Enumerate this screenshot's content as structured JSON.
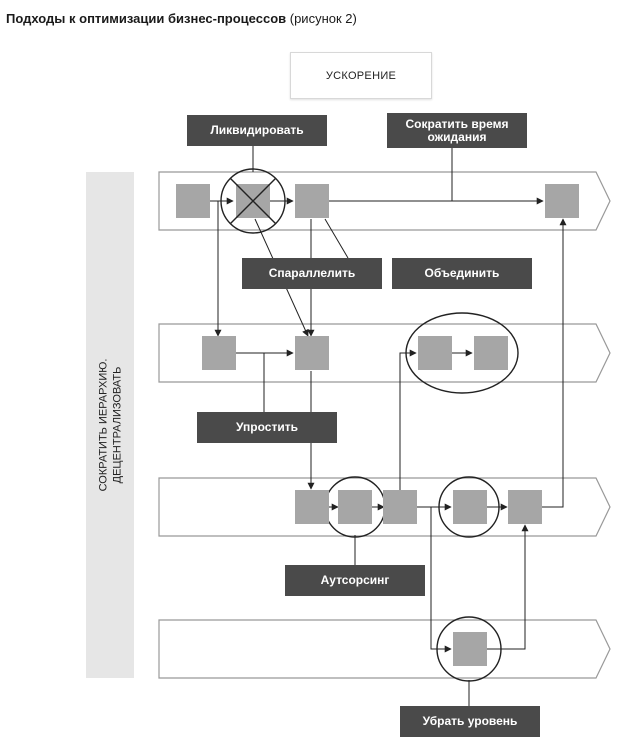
{
  "header": {
    "title_bold": "Подходы к оптимизации бизнес-процессов",
    "title_note": "(рисунок 2)"
  },
  "diagram": {
    "acceleration": "УСКОРЕНИЕ",
    "side_line1": "СОКРАТИТЬ ИЕРАРХИЮ.",
    "side_line2": "ДЕЦЕНТРАЛИЗОВАТЬ",
    "labels": {
      "eliminate": "Ликвидировать",
      "reduce_wait_1": "Сократить время",
      "reduce_wait_2": "ожидания",
      "parallelize": "Спараллелить",
      "combine": "Объединить",
      "simplify": "Упростить",
      "outsource": "Аутсорсинг",
      "remove_level": "Убрать уровень"
    },
    "colors": {
      "task_fill": "#a6a6a6",
      "label_fill": "#4a4a4a",
      "side_band": "#e6e6e6",
      "lane_stroke": "#999999"
    }
  }
}
